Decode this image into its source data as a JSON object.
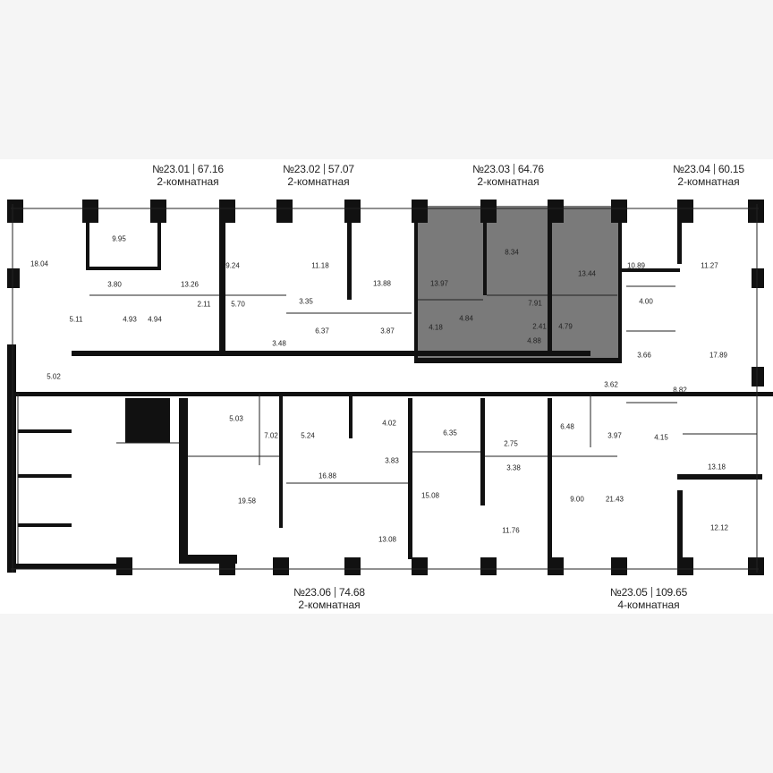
{
  "apartments": [
    {
      "number": "№23.01",
      "area": "67.16",
      "type": "2-комнатная",
      "highlighted": false
    },
    {
      "number": "№23.02",
      "area": "57.07",
      "type": "2-комнатная",
      "highlighted": false
    },
    {
      "number": "№23.03",
      "area": "64.76",
      "type": "2-комнатная",
      "highlighted": true
    },
    {
      "number": "№23.04",
      "area": "60.15",
      "type": "2-комнатная",
      "highlighted": false
    },
    {
      "number": "№23.06",
      "area": "74.68",
      "type": "2-комнатная",
      "highlighted": false
    },
    {
      "number": "№23.05",
      "area": "109.65",
      "type": "4-комнатная",
      "highlighted": false
    }
  ],
  "room_areas": [
    "18.04",
    "9.95",
    "3.80",
    "13.26",
    "5.11",
    "4.93",
    "4.94",
    "2.11",
    "9.24",
    "5.70",
    "3.35",
    "11.18",
    "13.88",
    "6.37",
    "3.87",
    "3.48",
    "13.97",
    "8.34",
    "13.44",
    "4.84",
    "4.18",
    "7.91",
    "2.41",
    "4.79",
    "4.88",
    "10.89",
    "11.27",
    "4.00",
    "17.89",
    "3.66",
    "3.62",
    "8.82",
    "5.02",
    "5.03",
    "7.02",
    "5.24",
    "4.02",
    "3.83",
    "16.88",
    "19.58",
    "13.08",
    "6.35",
    "2.75",
    "15.08",
    "3.38",
    "11.76",
    "6.48",
    "3.97",
    "4.15",
    "13.18",
    "9.00",
    "21.43",
    "12.12"
  ],
  "colors": {
    "highlight": "#7a7a7a",
    "wall": "#111111",
    "background": "#ffffff"
  }
}
